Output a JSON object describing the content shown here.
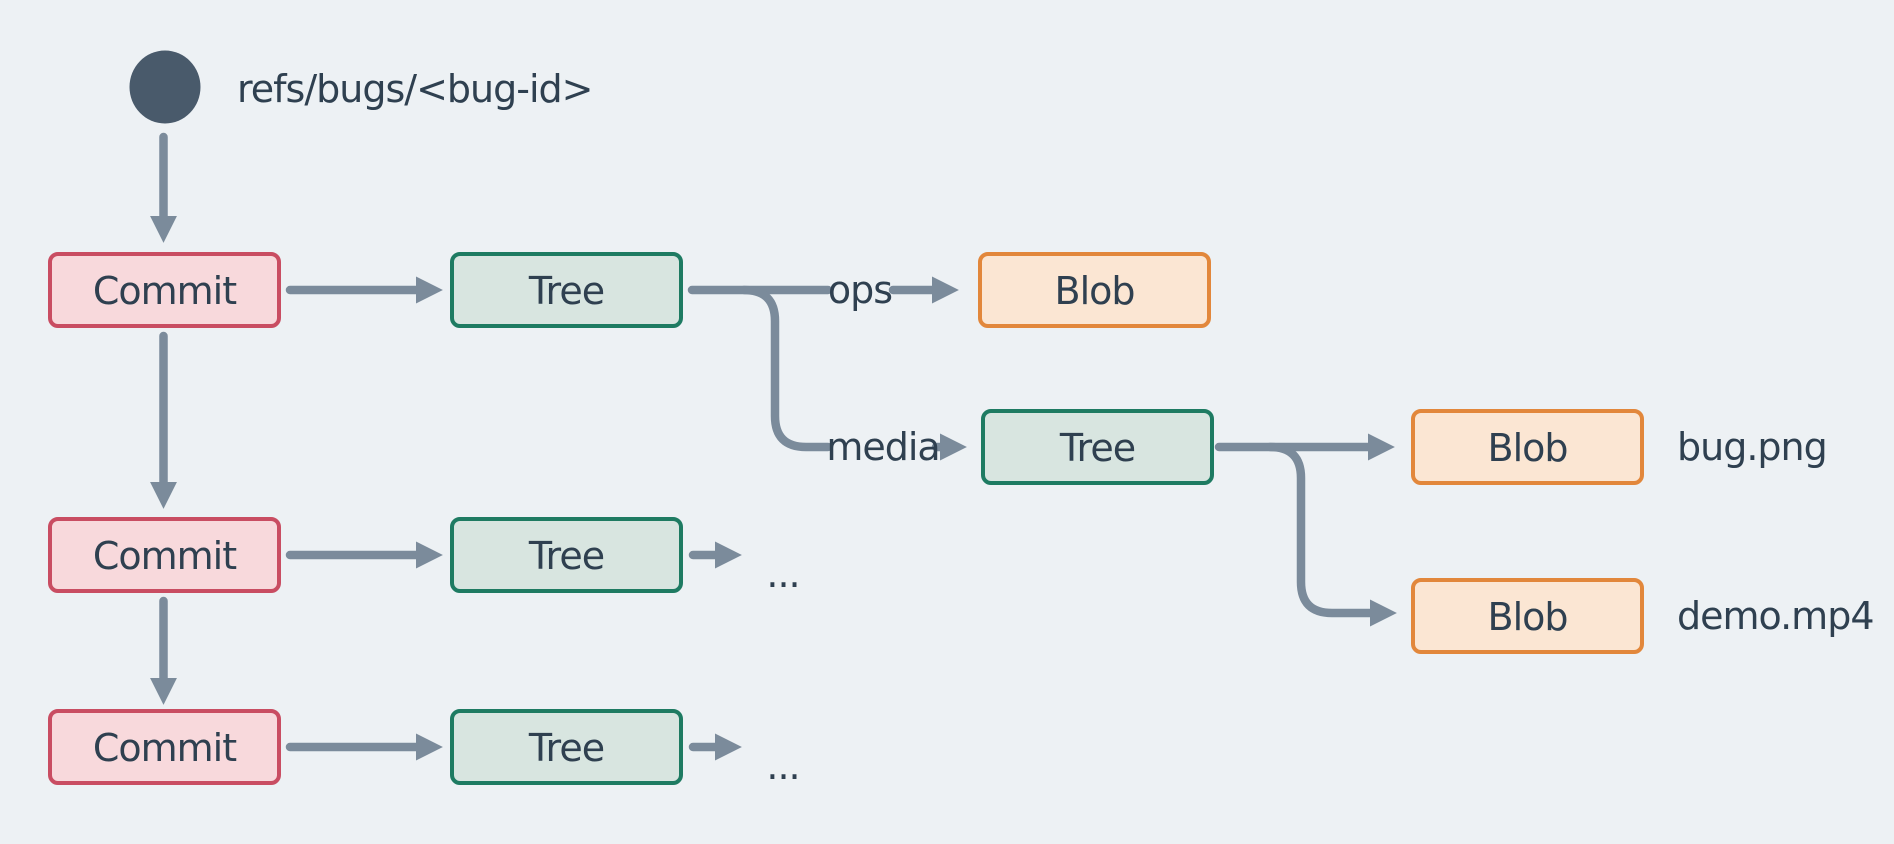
{
  "colors": {
    "background": "#edf1f4",
    "arrow": "#7b8b9b",
    "text": "#2f4050",
    "ref_node": "#495a6b",
    "commit_fill": "#f8d9dc",
    "commit_border": "#c94d62",
    "tree_fill": "#d8e5e0",
    "tree_border": "#1e7b62",
    "blob_fill": "#fbe6d3",
    "blob_border": "#e2873b"
  },
  "ref": {
    "label": "refs/bugs/<bug-id>"
  },
  "nodes": {
    "commit1": {
      "label": "Commit"
    },
    "commit2": {
      "label": "Commit"
    },
    "commit3": {
      "label": "Commit"
    },
    "tree_root1": {
      "label": "Tree"
    },
    "tree_media": {
      "label": "Tree"
    },
    "tree_root2": {
      "label": "Tree"
    },
    "tree_root3": {
      "label": "Tree"
    },
    "blob_ops": {
      "label": "Blob"
    },
    "blob_bug": {
      "label": "Blob"
    },
    "blob_demo": {
      "label": "Blob"
    }
  },
  "edge_labels": {
    "ops": "ops",
    "media": "media",
    "ellipsis_row2": "...",
    "ellipsis_row3": "..."
  },
  "file_labels": {
    "bug": "bug.png",
    "demo": "demo.mp4"
  }
}
